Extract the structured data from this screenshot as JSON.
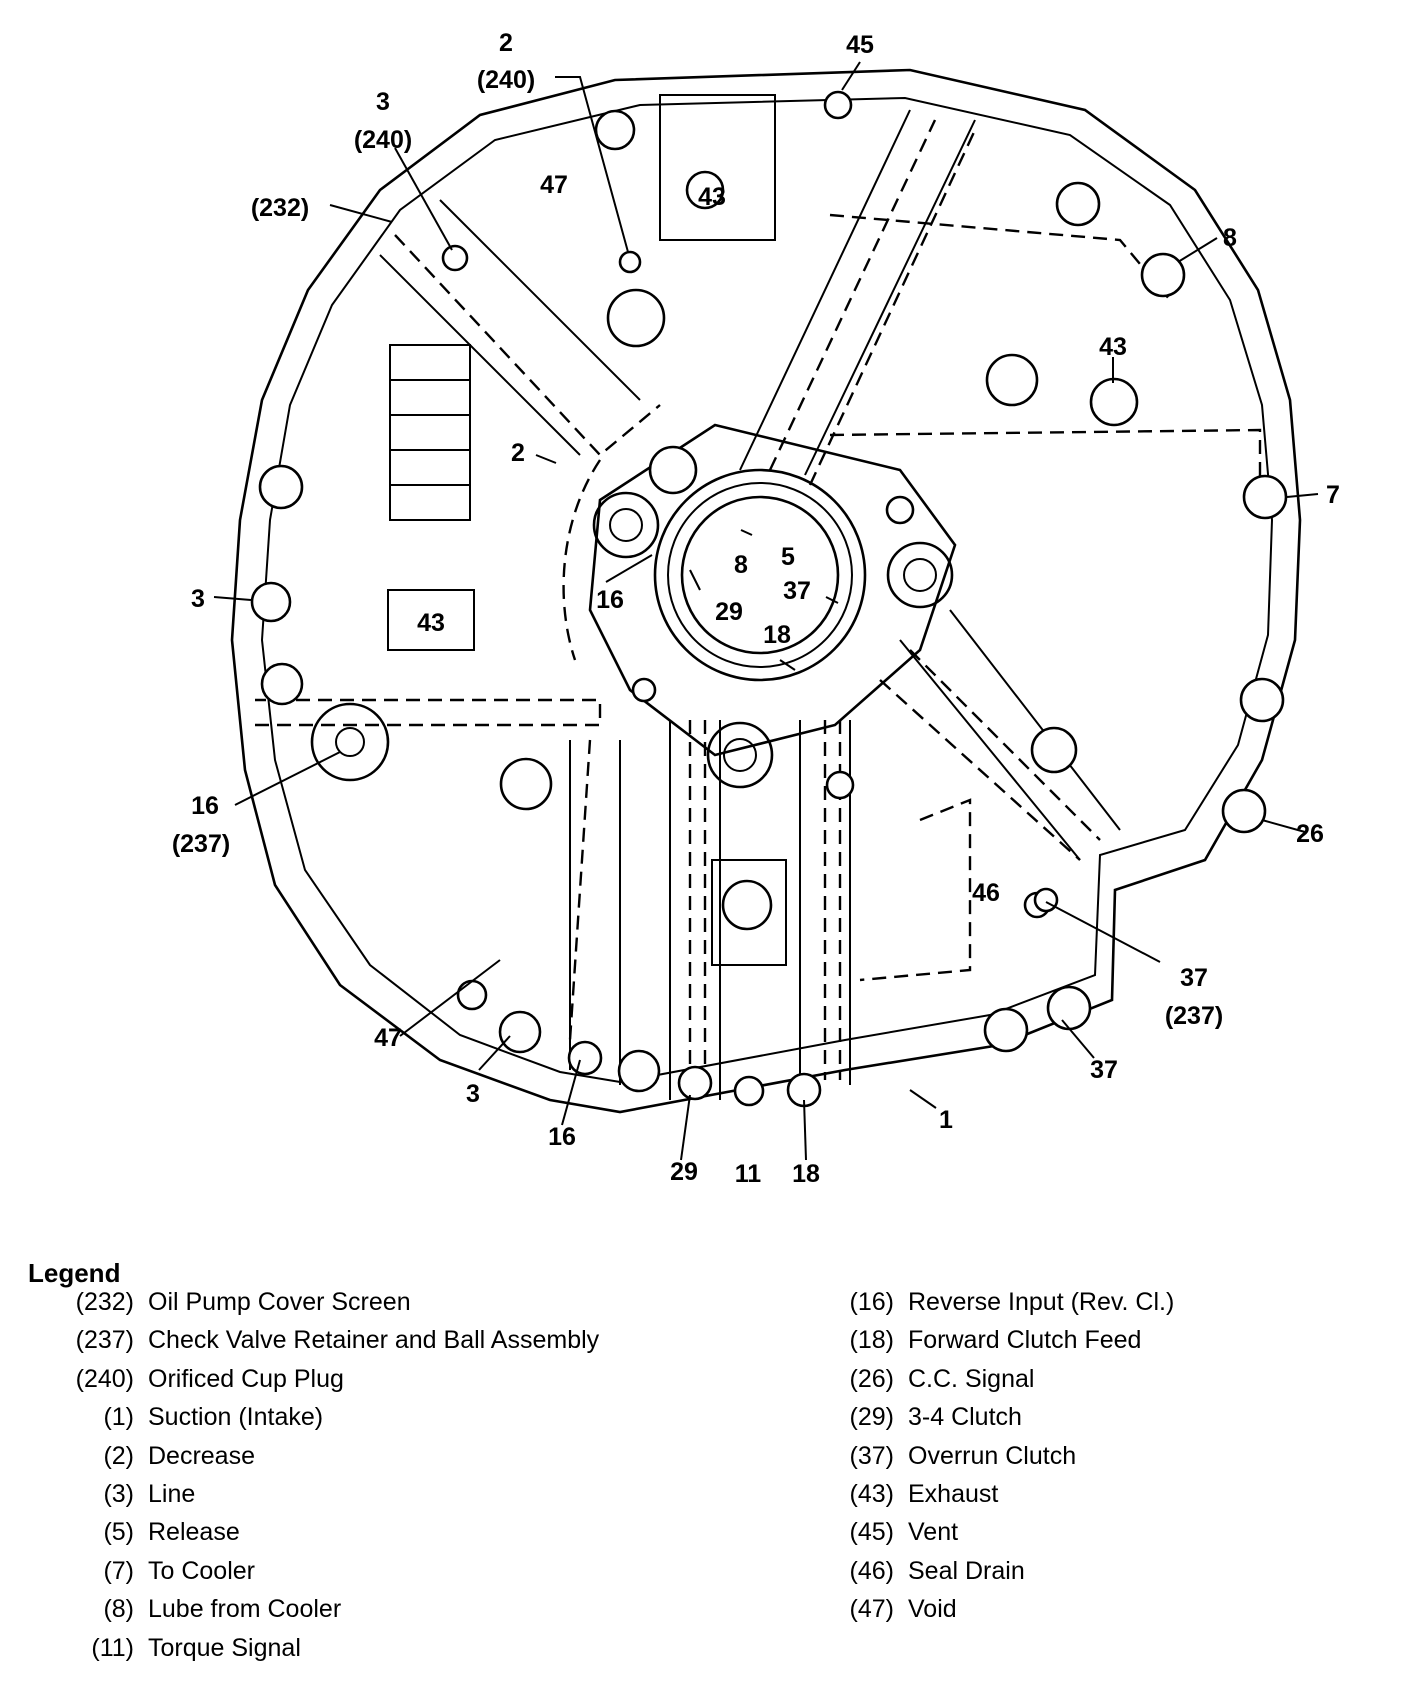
{
  "callouts": {
    "c2_top": "2",
    "c240_a": "(240)",
    "c45_top": "45",
    "c3_top": "3",
    "c240_b": "(240)",
    "c232": "(232)",
    "c47_top": "47",
    "c43_top": "43",
    "c8": "8",
    "c43_right": "43",
    "c2_mid": "2",
    "c7": "7",
    "c3_left": "3",
    "c43_left": "43",
    "c16_mid": "16",
    "c8_center": "8",
    "c5_center": "5",
    "c37_center": "37",
    "c29_center": "29",
    "c18_center": "18",
    "c16_left": "16",
    "c237_left": "(237)",
    "c26": "26",
    "c46": "46",
    "c37_right": "37",
    "c237_right": "(237)",
    "c47_bottom": "47",
    "c3_bottom": "3",
    "c37_bottom": "37",
    "c16_bottom": "16",
    "c29_bottom": "29",
    "c11_bottom": "11",
    "c18_bottom": "18",
    "c1_bottom": "1"
  },
  "legend": {
    "title": "Legend",
    "left": [
      {
        "code": "(232)",
        "text": "Oil Pump Cover Screen"
      },
      {
        "code": "(237)",
        "text": "Check Valve Retainer and Ball Assembly"
      },
      {
        "code": "(240)",
        "text": "Orificed Cup Plug"
      },
      {
        "code": "(1)",
        "text": "Suction (Intake)"
      },
      {
        "code": "(2)",
        "text": "Decrease"
      },
      {
        "code": "(3)",
        "text": "Line"
      },
      {
        "code": "(5)",
        "text": "Release"
      },
      {
        "code": "(7)",
        "text": "To Cooler"
      },
      {
        "code": "(8)",
        "text": "Lube from Cooler"
      },
      {
        "code": "(11)",
        "text": "Torque Signal"
      }
    ],
    "right": [
      {
        "code": "(16)",
        "text": "Reverse Input (Rev. Cl.)"
      },
      {
        "code": "(18)",
        "text": "Forward Clutch Feed"
      },
      {
        "code": "(26)",
        "text": "C.C. Signal"
      },
      {
        "code": "(29)",
        "text": "3-4 Clutch"
      },
      {
        "code": "(37)",
        "text": "Overrun Clutch"
      },
      {
        "code": "(43)",
        "text": "Exhaust"
      },
      {
        "code": "(45)",
        "text": "Vent"
      },
      {
        "code": "(46)",
        "text": "Seal Drain"
      },
      {
        "code": "(47)",
        "text": "Void"
      }
    ]
  }
}
